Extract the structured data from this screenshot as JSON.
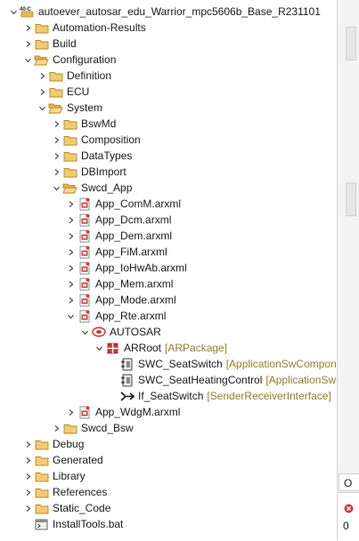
{
  "tree": [
    {
      "level": 0,
      "expanded": true,
      "icon": "project",
      "label": "autoever_autosar_edu_Warrior_mpc5606b_Base_R231101",
      "decoration": ""
    },
    {
      "level": 1,
      "expanded": false,
      "icon": "folder",
      "label": "Automation-Results",
      "decoration": ""
    },
    {
      "level": 1,
      "expanded": false,
      "icon": "folder",
      "label": "Build",
      "decoration": ""
    },
    {
      "level": 1,
      "expanded": true,
      "icon": "folder-open",
      "label": "Configuration",
      "decoration": ""
    },
    {
      "level": 2,
      "expanded": false,
      "icon": "folder",
      "label": "Definition",
      "decoration": ""
    },
    {
      "level": 2,
      "expanded": false,
      "icon": "folder",
      "label": "ECU",
      "decoration": ""
    },
    {
      "level": 2,
      "expanded": true,
      "icon": "folder-open",
      "label": "System",
      "decoration": ""
    },
    {
      "level": 3,
      "expanded": false,
      "icon": "folder",
      "label": "BswMd",
      "decoration": ""
    },
    {
      "level": 3,
      "expanded": false,
      "icon": "folder",
      "label": "Composition",
      "decoration": ""
    },
    {
      "level": 3,
      "expanded": false,
      "icon": "folder",
      "label": "DataTypes",
      "decoration": ""
    },
    {
      "level": 3,
      "expanded": false,
      "icon": "folder",
      "label": "DBImport",
      "decoration": ""
    },
    {
      "level": 3,
      "expanded": true,
      "icon": "folder-open",
      "label": "Swcd_App",
      "decoration": ""
    },
    {
      "level": 4,
      "expanded": false,
      "icon": "arxml",
      "label": "App_ComM.arxml",
      "decoration": ""
    },
    {
      "level": 4,
      "expanded": false,
      "icon": "arxml",
      "label": "App_Dcm.arxml",
      "decoration": ""
    },
    {
      "level": 4,
      "expanded": false,
      "icon": "arxml",
      "label": "App_Dem.arxml",
      "decoration": ""
    },
    {
      "level": 4,
      "expanded": false,
      "icon": "arxml",
      "label": "App_FiM.arxml",
      "decoration": ""
    },
    {
      "level": 4,
      "expanded": false,
      "icon": "arxml",
      "label": "App_IoHwAb.arxml",
      "decoration": ""
    },
    {
      "level": 4,
      "expanded": false,
      "icon": "arxml",
      "label": "App_Mem.arxml",
      "decoration": ""
    },
    {
      "level": 4,
      "expanded": false,
      "icon": "arxml",
      "label": "App_Mode.arxml",
      "decoration": ""
    },
    {
      "level": 4,
      "expanded": true,
      "icon": "arxml",
      "label": "App_Rte.arxml",
      "decoration": ""
    },
    {
      "level": 5,
      "expanded": true,
      "icon": "autosar",
      "label": "AUTOSAR",
      "decoration": ""
    },
    {
      "level": 6,
      "expanded": true,
      "icon": "package",
      "label": "ARRoot",
      "decoration": "[ARPackage]"
    },
    {
      "level": 7,
      "expanded": null,
      "icon": "component",
      "label": "SWC_SeatSwitch",
      "decoration": "[ApplicationSwComponentType]"
    },
    {
      "level": 7,
      "expanded": null,
      "icon": "component",
      "label": "SWC_SeatHeatingControl",
      "decoration": "[ApplicationSwComponentType]"
    },
    {
      "level": 7,
      "expanded": null,
      "icon": "interface",
      "label": "If_SeatSwitch",
      "decoration": "[SenderReceiverInterface]"
    },
    {
      "level": 4,
      "expanded": false,
      "icon": "arxml",
      "label": "App_WdgM.arxml",
      "decoration": ""
    },
    {
      "level": 3,
      "expanded": false,
      "icon": "folder",
      "label": "Swcd_Bsw",
      "decoration": ""
    },
    {
      "level": 1,
      "expanded": false,
      "icon": "folder",
      "label": "Debug",
      "decoration": ""
    },
    {
      "level": 1,
      "expanded": false,
      "icon": "folder",
      "label": "Generated",
      "decoration": ""
    },
    {
      "level": 1,
      "expanded": false,
      "icon": "folder",
      "label": "Library",
      "decoration": ""
    },
    {
      "level": 1,
      "expanded": false,
      "icon": "folder",
      "label": "References",
      "decoration": ""
    },
    {
      "level": 1,
      "expanded": false,
      "icon": "folder",
      "label": "Static_Code",
      "decoration": ""
    },
    {
      "level": 1,
      "expanded": null,
      "icon": "bat-file",
      "label": "InstallTools.bat",
      "decoration": ""
    }
  ],
  "right_panel": {
    "tab_label": "O",
    "count_label": "0"
  },
  "colors": {
    "folder": "#e8b84a",
    "folder_dark": "#b8862a",
    "arxml_red": "#d23a3a",
    "decoration": "#9a7b2e"
  }
}
